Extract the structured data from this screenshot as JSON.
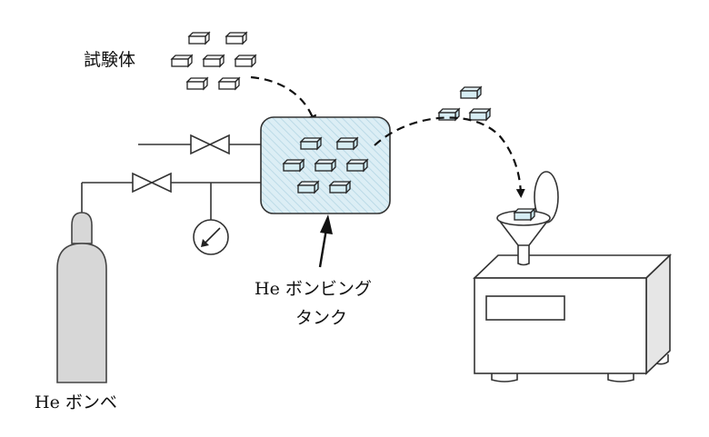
{
  "labels": {
    "specimen": "試験体",
    "bombing_tank_line1": "He ボンビング",
    "bombing_tank_line2": "タンク",
    "cylinder": "He ボンベ"
  },
  "colors": {
    "line": "#222222",
    "tank_fill": "#dceef5",
    "hatch": "#a9cfdf",
    "specimen_fill_treated": "#d6edf3",
    "specimen_fill_plain": "#ffffff",
    "cylinder_fill": "#d7d7d7",
    "detector_side": "#e6e6e6"
  },
  "icons": {
    "valve": "bowtie-valve-icon",
    "gauge": "pressure-gauge-icon",
    "cylinder": "gas-cylinder-icon",
    "tank": "bombing-tank-icon",
    "funnel": "funnel-icon",
    "detector": "leak-detector-icon",
    "specimen": "specimen-block-icon"
  }
}
